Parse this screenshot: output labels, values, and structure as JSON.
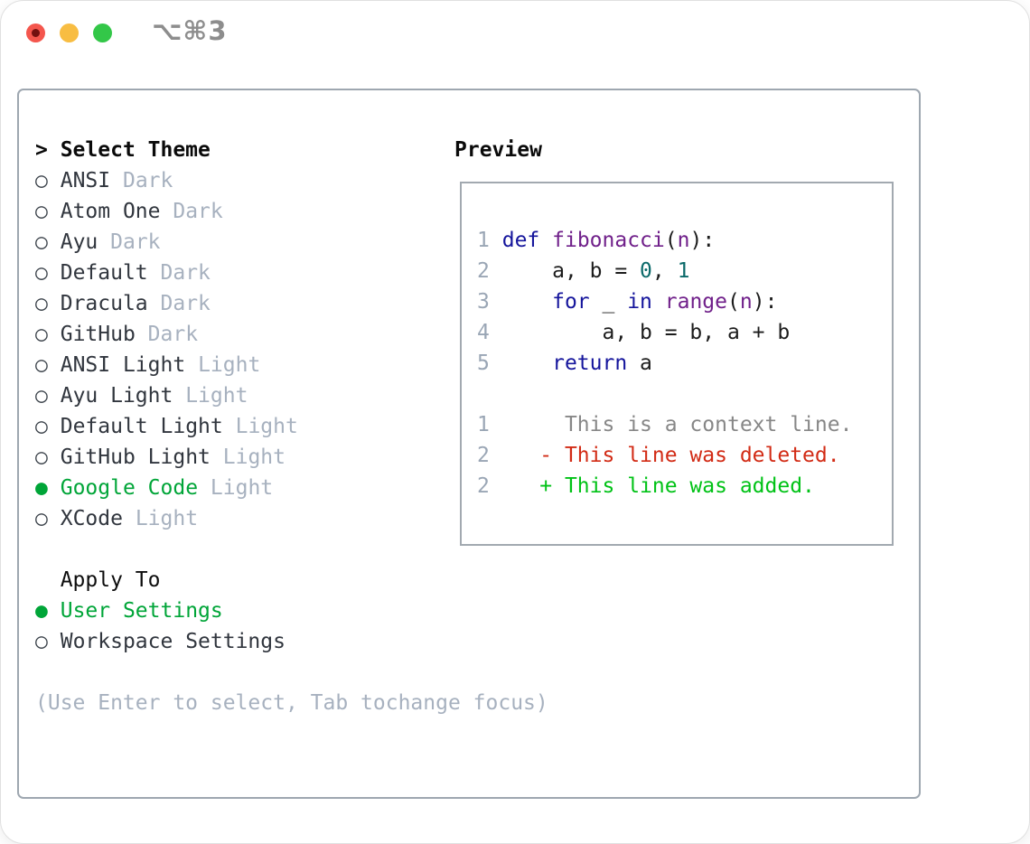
{
  "window": {
    "title": "⌥⌘3",
    "traffic_lights": [
      {
        "name": "close",
        "color": "#f4564d",
        "dot_color": "#73100f"
      },
      {
        "name": "minimize",
        "color": "#f8bd42"
      },
      {
        "name": "zoom",
        "color": "#33c748"
      }
    ]
  },
  "picker": {
    "header_prompt": ">",
    "header_label": "Select Theme",
    "markers": {
      "selected": "●",
      "unselected": "○"
    },
    "themes": [
      {
        "name": "ANSI",
        "tag": "Dark",
        "selected": false
      },
      {
        "name": "Atom One",
        "tag": "Dark",
        "selected": false
      },
      {
        "name": "Ayu",
        "tag": "Dark",
        "selected": false
      },
      {
        "name": "Default",
        "tag": "Dark",
        "selected": false
      },
      {
        "name": "Dracula",
        "tag": "Dark",
        "selected": false
      },
      {
        "name": "GitHub",
        "tag": "Dark",
        "selected": false
      },
      {
        "name": "ANSI Light",
        "tag": "Light",
        "selected": false
      },
      {
        "name": "Ayu Light",
        "tag": "Light",
        "selected": false
      },
      {
        "name": "Default Light",
        "tag": "Light",
        "selected": false
      },
      {
        "name": "GitHub Light",
        "tag": "Light",
        "selected": false
      },
      {
        "name": "Google Code",
        "tag": "Light",
        "selected": true
      },
      {
        "name": "XCode",
        "tag": "Light",
        "selected": false
      }
    ],
    "apply_to_label": "Apply To",
    "apply_options": [
      {
        "name": "User Settings",
        "selected": true
      },
      {
        "name": "Workspace Settings",
        "selected": false
      }
    ],
    "hint_lines": [
      "(Use Enter to select, Tab to",
      "change focus)"
    ]
  },
  "preview": {
    "label": "Preview",
    "code_lines": [
      {
        "num": "1",
        "tokens": [
          [
            "def",
            "kw"
          ],
          [
            " ",
            "pl"
          ],
          [
            "fibonacci",
            "ty"
          ],
          [
            "(",
            "pl"
          ],
          [
            "n",
            "ty"
          ],
          [
            "):",
            "pl"
          ]
        ]
      },
      {
        "num": "2",
        "tokens": [
          [
            "    a, b = ",
            "pl"
          ],
          [
            "0",
            "lit"
          ],
          [
            ", ",
            "pl"
          ],
          [
            "1",
            "lit"
          ]
        ]
      },
      {
        "num": "3",
        "tokens": [
          [
            "    ",
            "pl"
          ],
          [
            "for",
            "kw"
          ],
          [
            " _ ",
            "pl"
          ],
          [
            "in",
            "kw"
          ],
          [
            " ",
            "pl"
          ],
          [
            "range",
            "ty"
          ],
          [
            "(",
            "pl"
          ],
          [
            "n",
            "ty"
          ],
          [
            "):",
            "pl"
          ]
        ]
      },
      {
        "num": "4",
        "tokens": [
          [
            "        a, b = b, a + b",
            "pl"
          ]
        ]
      },
      {
        "num": "5",
        "tokens": [
          [
            "    ",
            "pl"
          ],
          [
            "return",
            "kw"
          ],
          [
            " a",
            "pl"
          ]
        ]
      }
    ],
    "diff_lines": [
      {
        "num": "1",
        "tokens": [
          [
            "     This is a context line.",
            "ctx"
          ]
        ]
      },
      {
        "num": "2",
        "tokens": [
          [
            "   - This line was deleted.",
            "del"
          ]
        ]
      },
      {
        "num": "2",
        "tokens": [
          [
            "   + This line was added.",
            "add"
          ]
        ]
      }
    ]
  },
  "colors": {
    "selection_green": "#00a538",
    "added_green": "#00c216",
    "deleted_red": "#d22b15",
    "keyword_blue": "#15159c",
    "type_purple": "#70208a",
    "literal_teal": "#0b6a6a",
    "tag_gray": "#a7b1bf",
    "line_number_gray": "#9aa6b5",
    "context_gray": "#878787",
    "panel_border": "#9ea7b0"
  }
}
